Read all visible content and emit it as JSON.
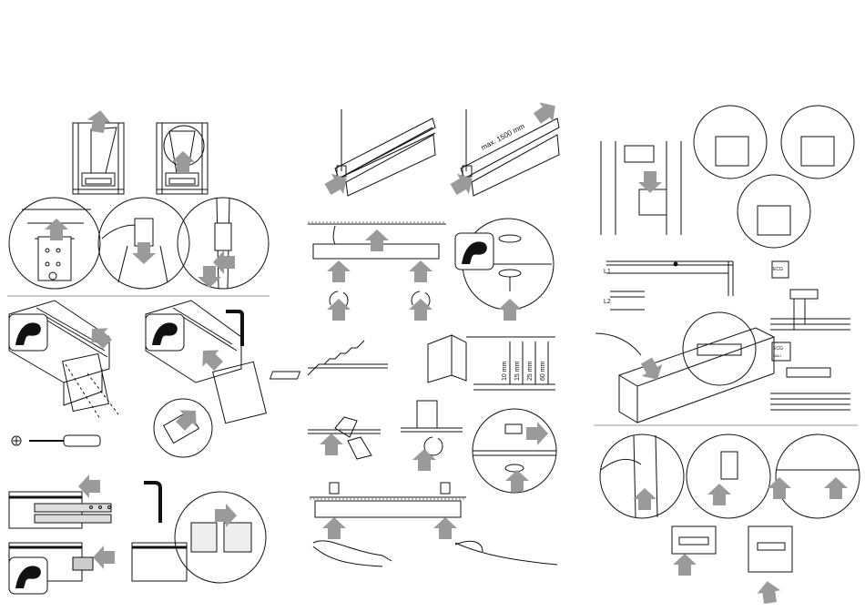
{
  "colors": {
    "line": "#111111",
    "arrow": "#9a9a9a",
    "arrow_dark": "#7d7d7d",
    "icon_fill": "#111111",
    "paper": "#ffffff",
    "hatch": "#444444"
  },
  "labels": {
    "max_length": "max. 1500 mm",
    "spacer_mm_1": "10 mm",
    "spacer_mm_2": "15 mm",
    "spacer_mm_3": "25 mm",
    "spacer_mm_4": "60 mm",
    "dim_l1": "L1",
    "dim_l2": "L2",
    "ecg_label": "ECG",
    "ecg_dali_label": "ECG",
    "ecg_dali_sub": "DALI",
    "screw_symbol": "⊕"
  },
  "icons": {
    "strength": "flexed-arm-icon",
    "allen_key": "allen-key-icon",
    "screwdriver": "screwdriver-icon",
    "ground": "ground-icon"
  }
}
